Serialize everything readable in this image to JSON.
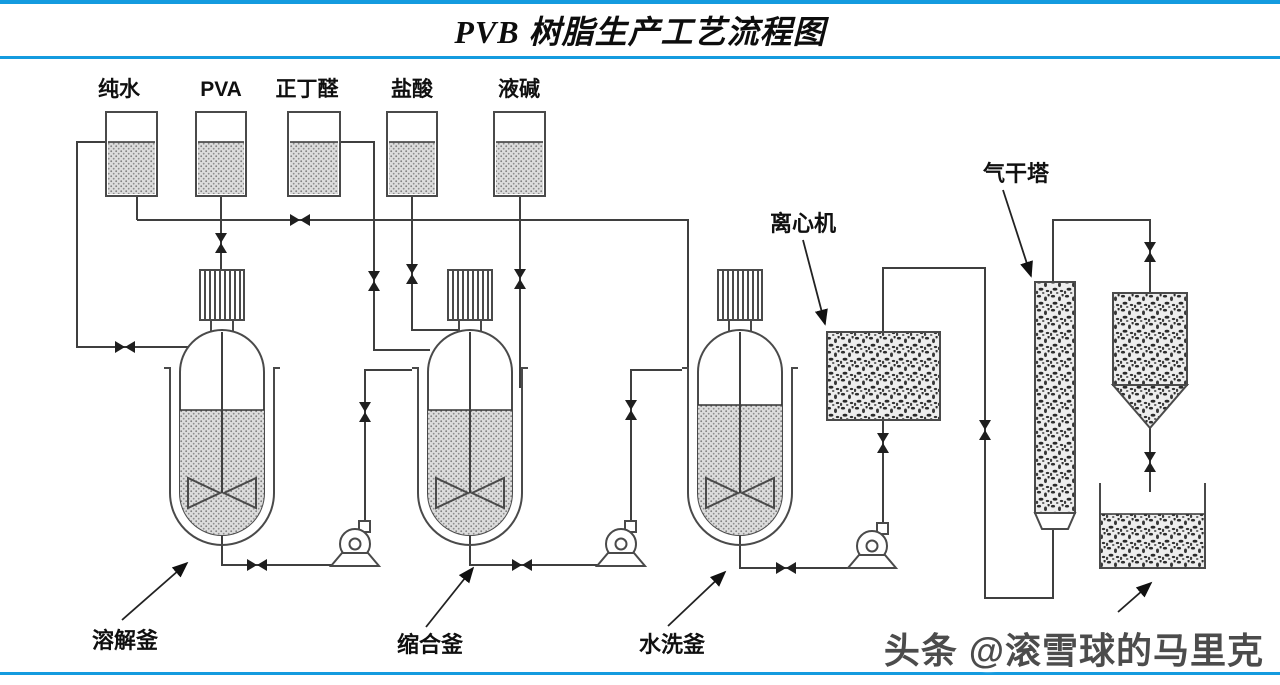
{
  "title": "PVB 树脂生产工艺流程图",
  "colors": {
    "accent": "#149bdf",
    "line": "#3f3f3f",
    "watermark": "#4c4c4c"
  },
  "feed_tanks": [
    {
      "label": "纯水"
    },
    {
      "label": "PVA"
    },
    {
      "label": "正丁醛"
    },
    {
      "label": "盐酸"
    },
    {
      "label": "液碱"
    }
  ],
  "reactors": [
    {
      "label": "溶解釜"
    },
    {
      "label": "缩合釜"
    },
    {
      "label": "水洗釜"
    }
  ],
  "equipment": {
    "centrifuge": "离心机",
    "drying_tower": "气干塔"
  },
  "watermark": "头条 @滚雪球的马里克"
}
